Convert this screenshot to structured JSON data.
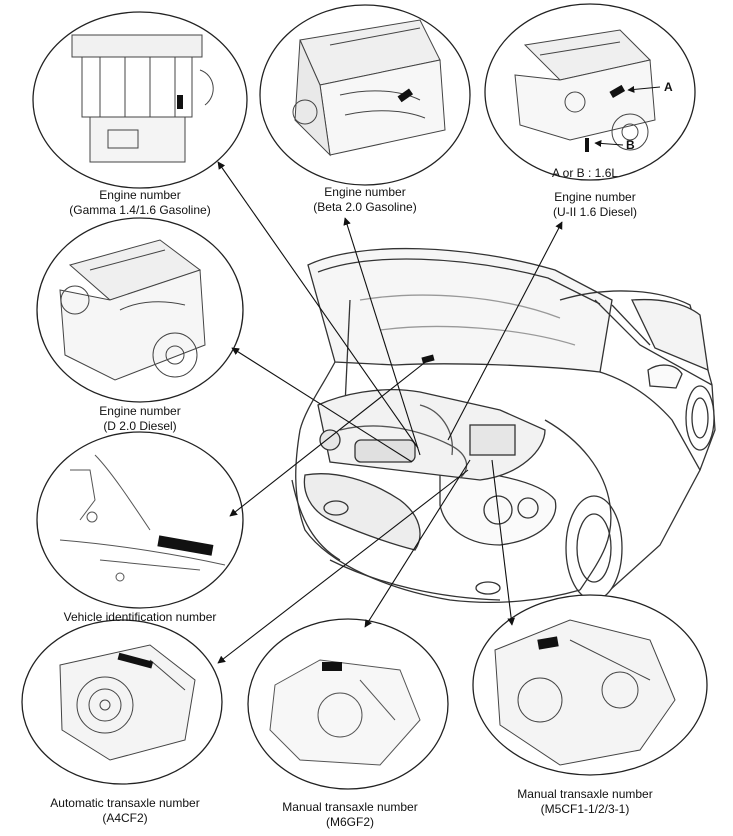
{
  "labels": {
    "gamma": {
      "line1": "Engine number",
      "line2": "(Gamma 1.4/1.6 Gasoline)"
    },
    "beta": {
      "line1": "Engine number",
      "line2": "(Beta 2.0 Gasoline)"
    },
    "u2": {
      "line1": "Engine number",
      "line2": "(U-II 1.6 Diesel)"
    },
    "d20": {
      "line1": "Engine number",
      "line2": "(D 2.0 Diesel)"
    },
    "vin": {
      "line1": "Vehicle identification number"
    },
    "a4cf2": {
      "line1": "Automatic transaxle number",
      "line2": "(A4CF2)"
    },
    "m6gf2": {
      "line1": "Manual transaxle number",
      "line2": "(M6GF2)"
    },
    "m5cf1": {
      "line1": "Manual transaxle number",
      "line2": "(M5CF1-1/2/3-1)"
    }
  },
  "callouts": {
    "a": "A",
    "b": "B",
    "note": "A or B : 1.6L"
  },
  "icons": {
    "engine": "engine-icon",
    "car": "car-icon",
    "transaxle": "transaxle-icon",
    "plate": "id-plate-icon"
  }
}
